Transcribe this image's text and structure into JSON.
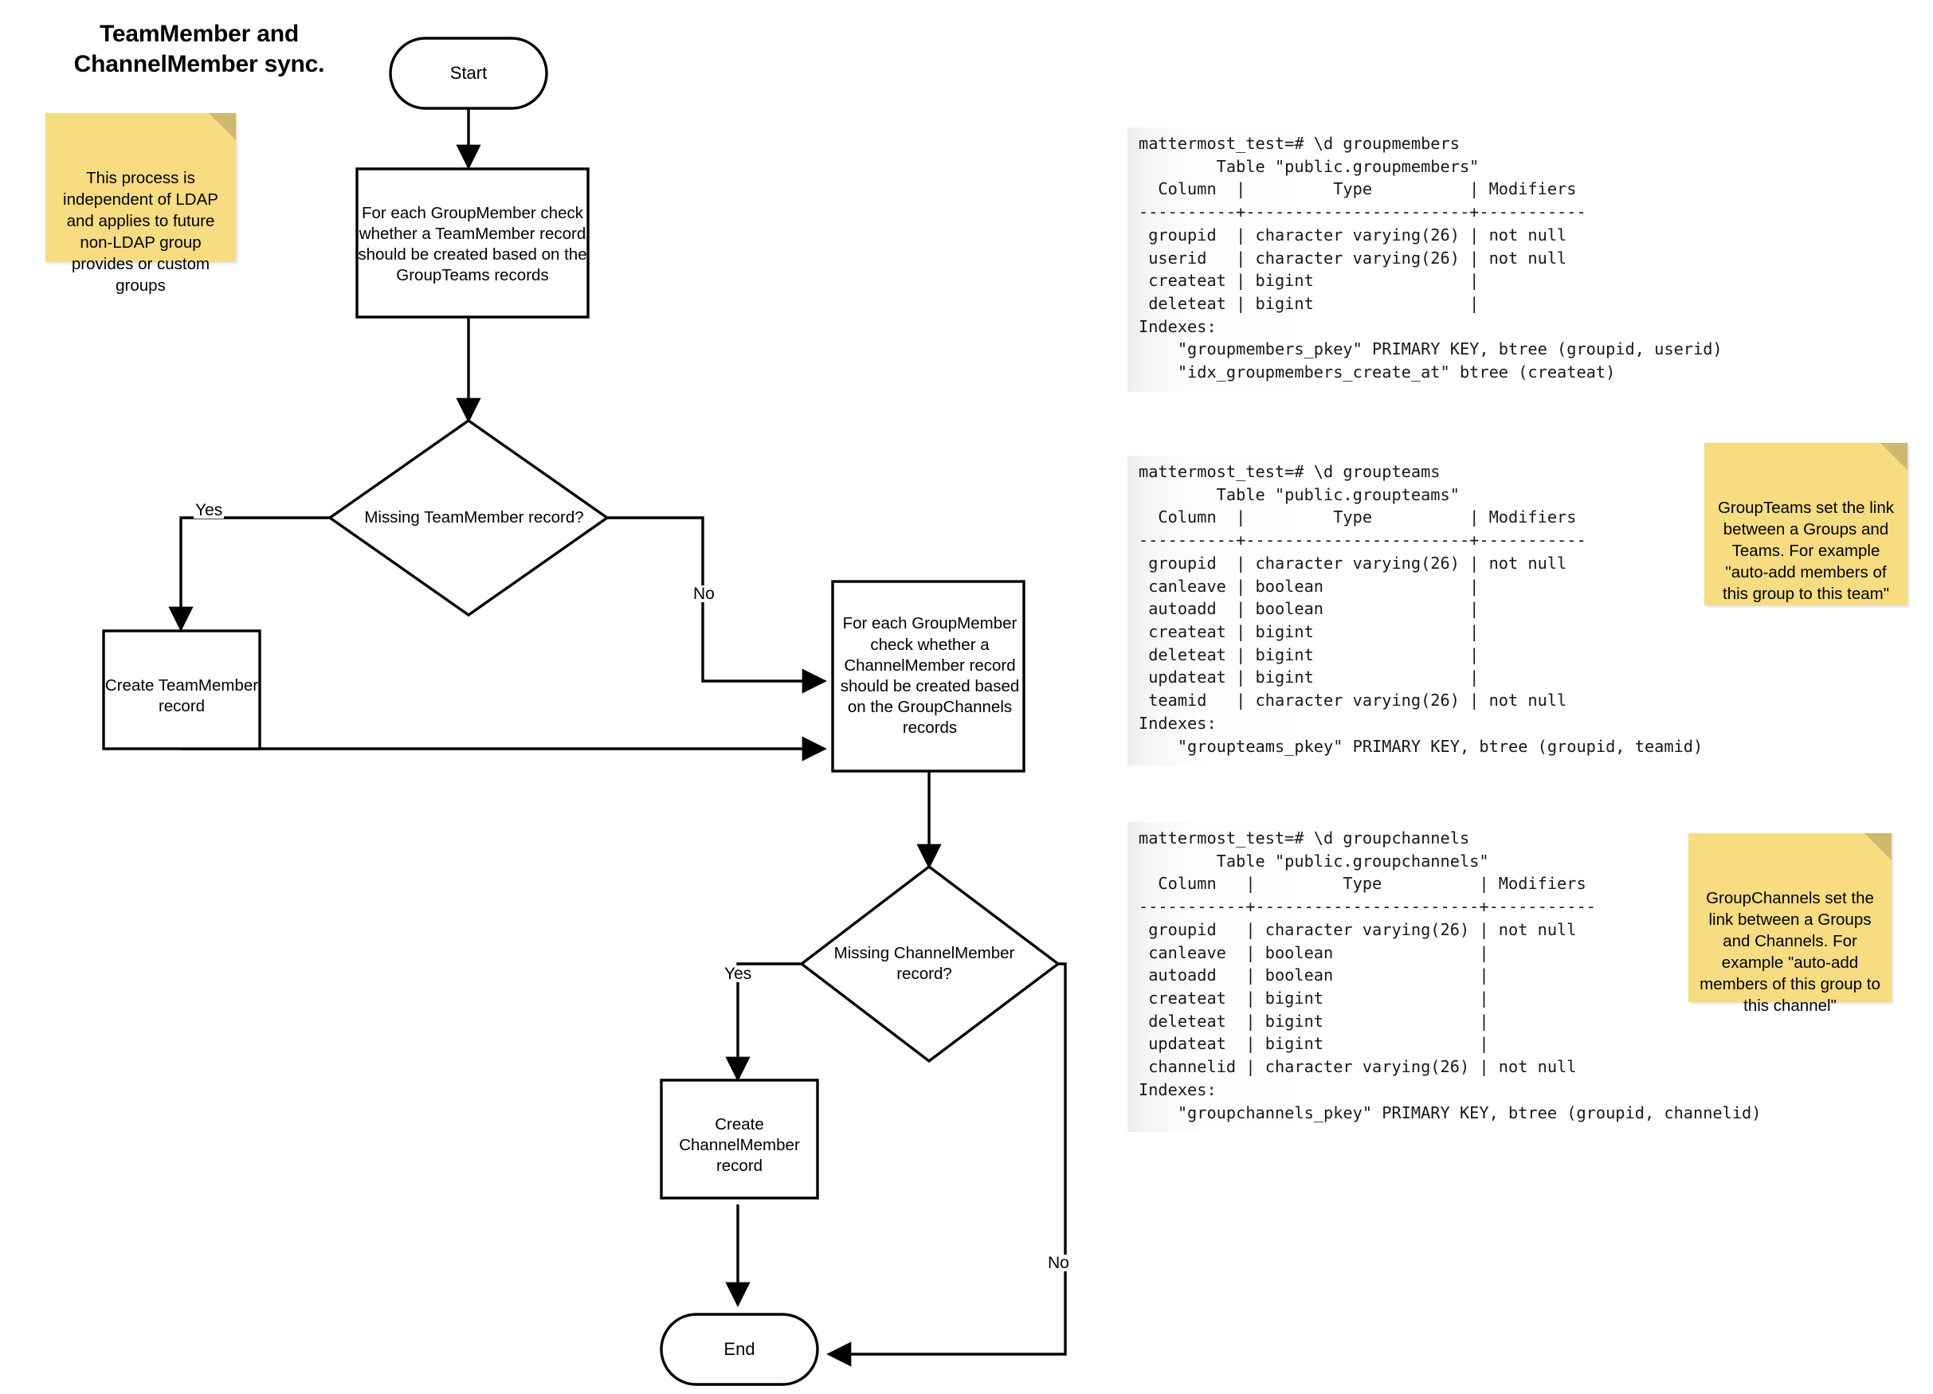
{
  "diagram": {
    "title": "TeamMember and\nChannelMember sync.",
    "nodes": {
      "start": "Start",
      "process_team": "For each GroupMember check whether a TeamMember record should be created based on the GroupTeams records",
      "decision_team": "Missing TeamMember record?",
      "create_teammember": "Create TeamMember record",
      "process_channel": "For each GroupMember check whether a ChannelMember record should be created based on the GroupChannels records",
      "decision_channel": "Missing ChannelMember record?",
      "create_channelmember": "Create ChannelMember record",
      "end": "End"
    },
    "edge_labels": {
      "team_yes": "Yes",
      "team_no": "No",
      "channel_yes": "Yes",
      "channel_no": "No"
    }
  },
  "notes": {
    "ldap": "This process is independent of LDAP and applies to future non-LDAP group provides or custom groups",
    "groupteams": "GroupTeams set the link between a Groups and Teams. For example \"auto-add members of this group to this team\"",
    "groupchannels": "GroupChannels set the link between a Groups and Channels. For example \"auto-add members of this group to this channel\""
  },
  "terminals": {
    "groupmembers": "mattermost_test=# \\d groupmembers\n        Table \"public.groupmembers\"\n  Column  |         Type          | Modifiers\n----------+-----------------------+-----------\n groupid  | character varying(26) | not null\n userid   | character varying(26) | not null\n createat | bigint                |\n deleteat | bigint                |\nIndexes:\n    \"groupmembers_pkey\" PRIMARY KEY, btree (groupid, userid)\n    \"idx_groupmembers_create_at\" btree (createat)",
    "groupteams": "mattermost_test=# \\d groupteams\n        Table \"public.groupteams\"\n  Column  |         Type          | Modifiers\n----------+-----------------------+-----------\n groupid  | character varying(26) | not null\n canleave | boolean               |\n autoadd  | boolean               |\n createat | bigint                |\n deleteat | bigint                |\n updateat | bigint                |\n teamid   | character varying(26) | not null\nIndexes:\n    \"groupteams_pkey\" PRIMARY KEY, btree (groupid, teamid)",
    "groupchannels": "mattermost_test=# \\d groupchannels\n        Table \"public.groupchannels\"\n  Column   |         Type          | Modifiers\n-----------+-----------------------+-----------\n groupid   | character varying(26) | not null\n canleave  | boolean               |\n autoadd   | boolean               |\n createat  | bigint                |\n deleteat  | bigint                |\n updateat  | bigint                |\n channelid | character varying(26) | not null\nIndexes:\n    \"groupchannels_pkey\" PRIMARY KEY, btree (groupid, channelid)"
  },
  "colors": {
    "sticky_fill": "#f7dc82",
    "sticky_fold": "#cfb870",
    "stroke": "#000000",
    "terminal_bg": "#ececec"
  }
}
